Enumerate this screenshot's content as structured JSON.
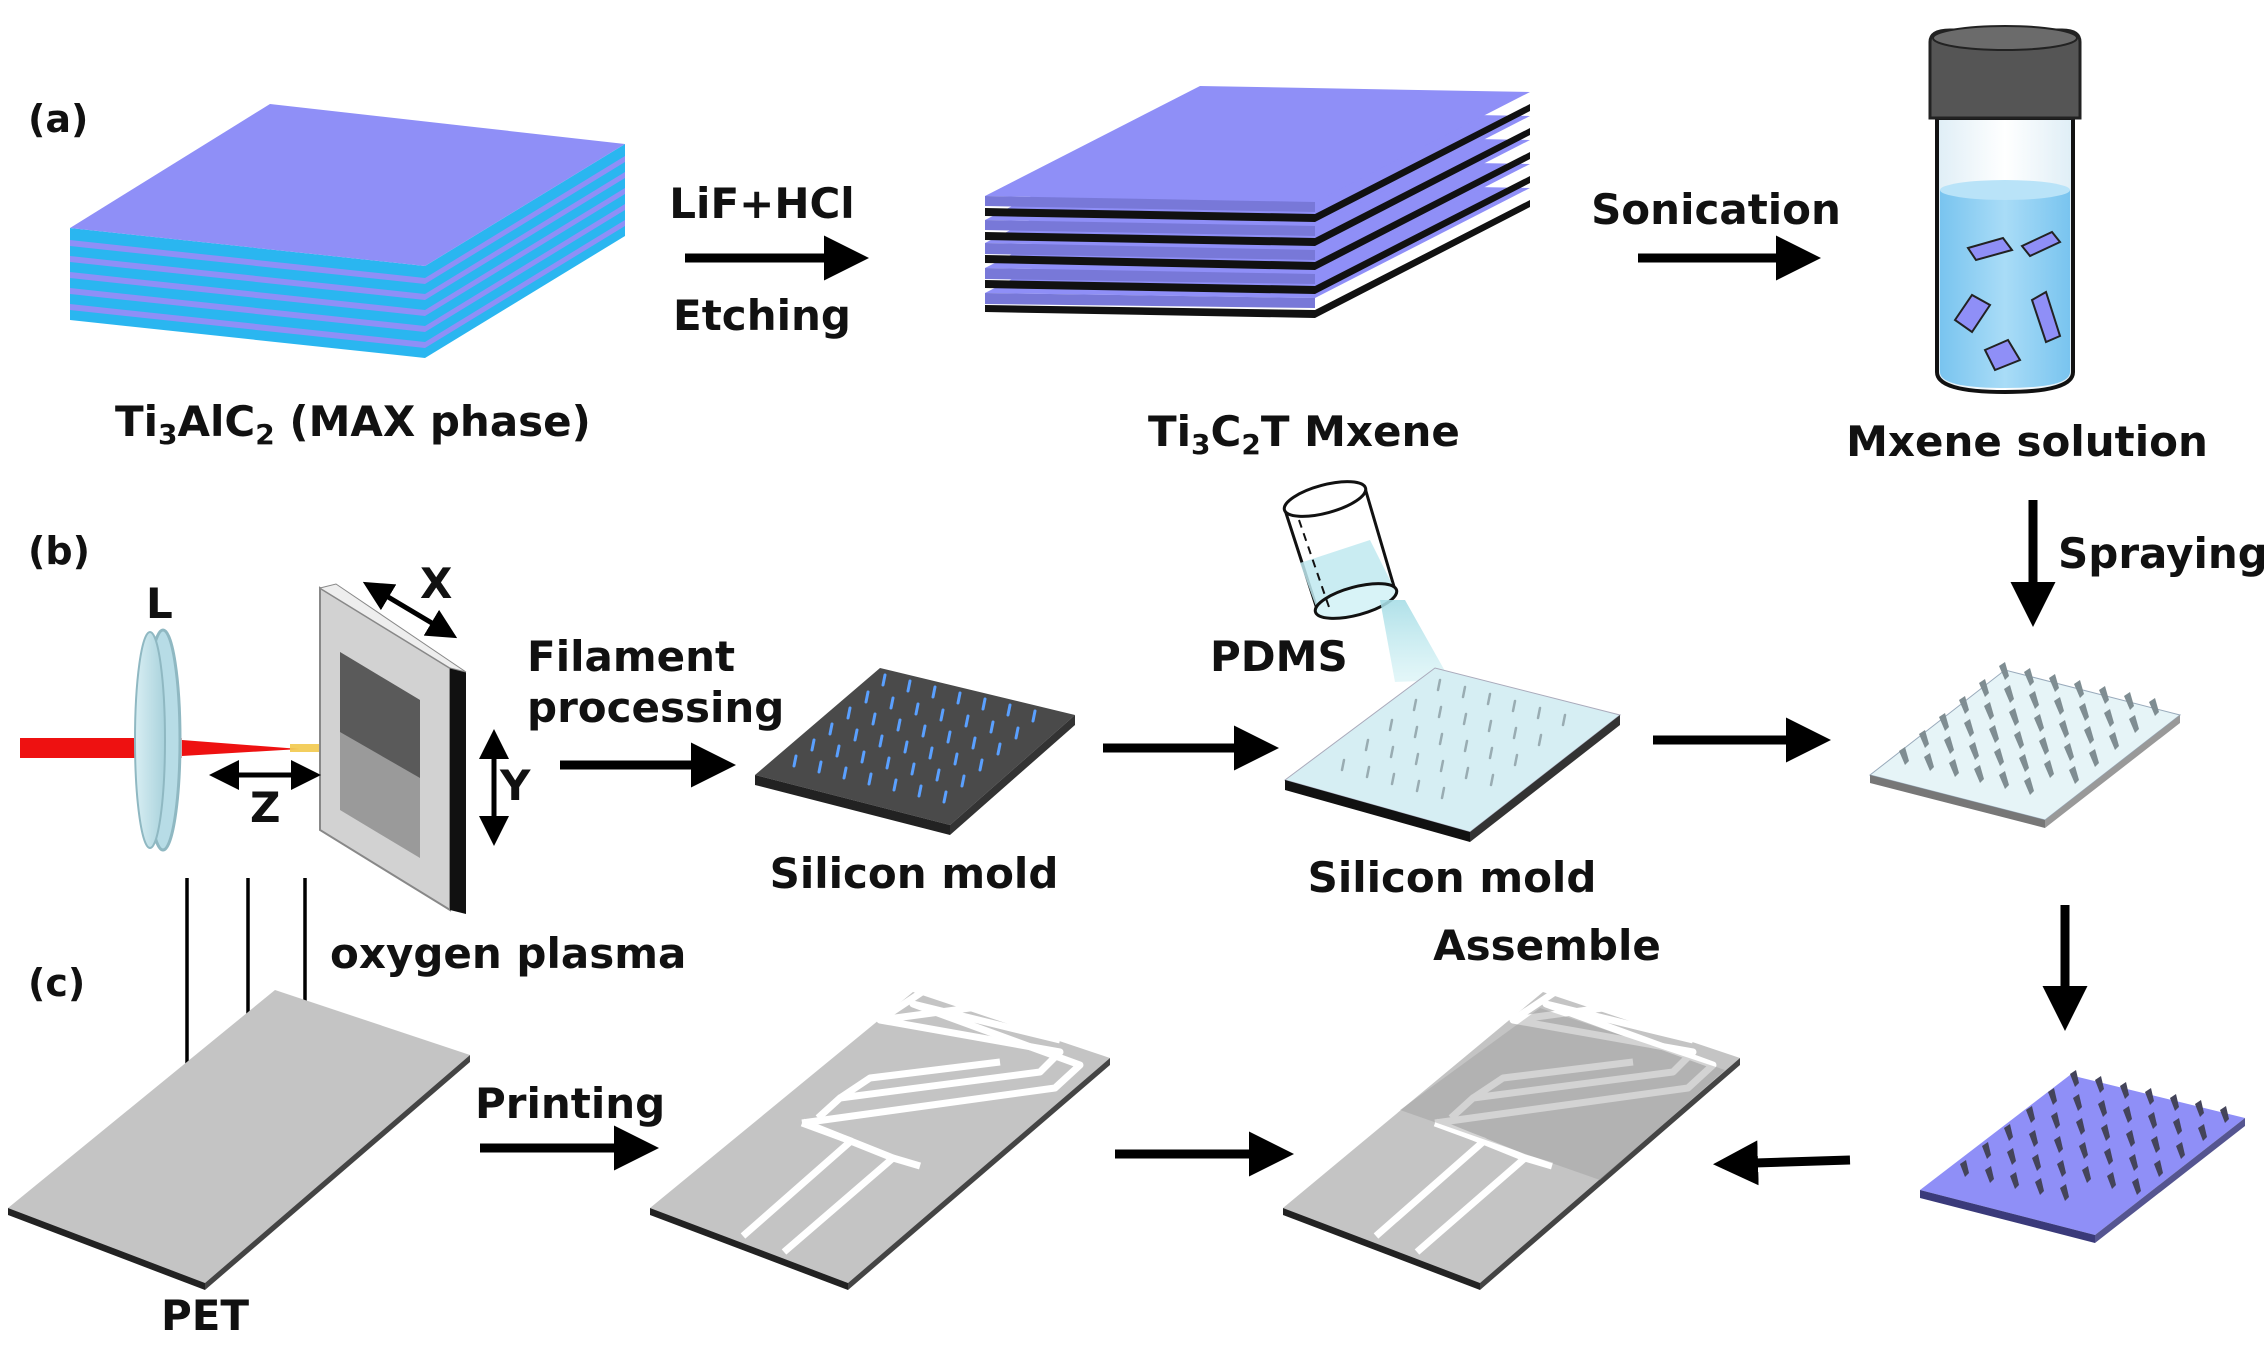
{
  "panels": {
    "a": "(a)",
    "b": "(b)",
    "c": "(c)"
  },
  "labels": {
    "step_etch_top": "LiF+HCl",
    "step_etch_bottom": "Etching",
    "step_sonication": "Sonication",
    "mxene_solution": "Mxene solution",
    "step_spraying": "Spraying",
    "lens": "L",
    "axis_x": "X",
    "axis_y": "Y",
    "axis_z": "Z",
    "filament_1": "Filament",
    "filament_2": "processing",
    "silicon_mold_1": "Silicon mold",
    "pdms": "PDMS",
    "silicon_mold_2": "Silicon mold",
    "oxygen_plasma": "oxygen plasma",
    "assemble": "Assemble",
    "printing": "Printing",
    "pet": "PET"
  },
  "chem": {
    "max_phase": {
      "p1": "Ti",
      "s1": "3",
      "p2": "AlC",
      "s2": "2",
      "p3": " (MAX phase)"
    },
    "mxene": {
      "p1": "Ti",
      "s1": "3",
      "p2": "C",
      "s2": "2",
      "p3": "T Mxene"
    }
  },
  "colors": {
    "layer_top": "#8f8ff7",
    "layer_blue": "#2ab6f0",
    "dark_mold": "#4a4a4a",
    "laser": "#ee1111",
    "pdms": "#bfe9f0",
    "pet": "#c4c4c4",
    "solution": "#8fd0f4"
  }
}
